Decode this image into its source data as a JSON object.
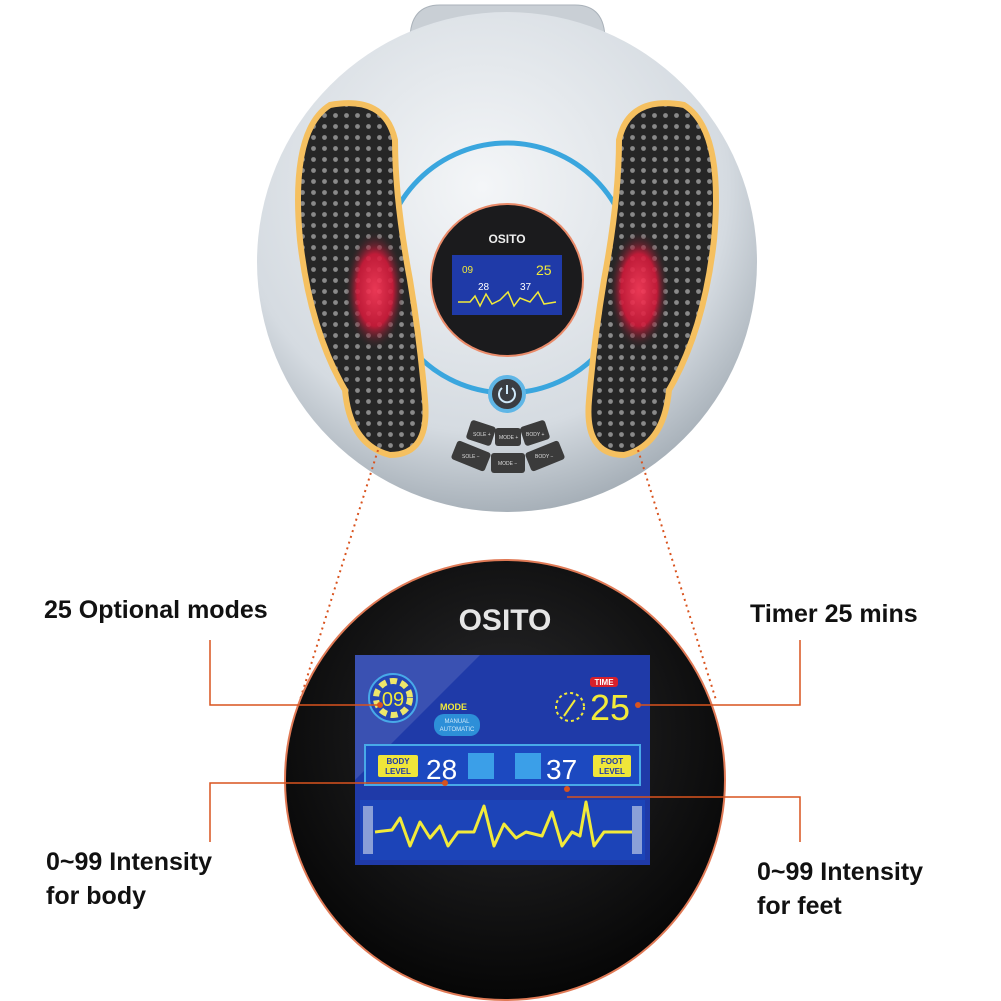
{
  "brand": "OSITO",
  "device": {
    "buttons": [
      "SOLE +",
      "MODE +",
      "BODY +",
      "SOLE −",
      "MODE −",
      "BODY −"
    ],
    "power_icon": "power-icon"
  },
  "display": {
    "mode_value": "09",
    "mode_label": "MODE",
    "mode_options": [
      "MANUAL",
      "AUTOMATIC"
    ],
    "time_label": "TIME",
    "time_value": "25",
    "body_level_label": [
      "BODY",
      "LEVEL"
    ],
    "body_level_value": "28",
    "foot_level_label": [
      "FOOT",
      "LEVEL"
    ],
    "foot_level_value": "37",
    "icons": [
      "timer-icon",
      "body-icon",
      "feet-icon",
      "waveform"
    ]
  },
  "callouts": {
    "modes": "25 Optional modes",
    "timer": "Timer 25 mins",
    "body": [
      "0~99 Intensity",
      "for body"
    ],
    "feet": [
      "0~99 Intensity",
      "for feet"
    ]
  },
  "colors": {
    "accent_line": "#d9531e",
    "lcd_blue": "#1f3aa8",
    "lcd_yellow": "#f2ea3a",
    "device_ring": "#3aa6de"
  }
}
